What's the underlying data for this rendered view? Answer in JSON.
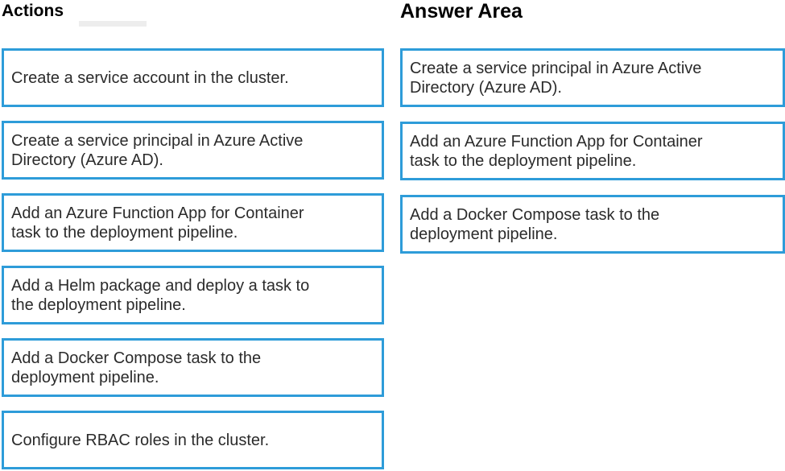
{
  "colors": {
    "card_border": "#2E9CD9",
    "card_text": "#2B2B2B",
    "heading_text": "#000000",
    "background": "#FFFFFF"
  },
  "actions": {
    "title": "Actions",
    "items": [
      {
        "label": "Create a service account in the cluster."
      },
      {
        "label": "Create a service principal in Azure Active\nDirectory (Azure AD)."
      },
      {
        "label": "Add an Azure Function App for Container\ntask to the deployment pipeline."
      },
      {
        "label": "Add a Helm package and deploy a task to\nthe deployment pipeline."
      },
      {
        "label": "Add a Docker Compose task to the\ndeployment pipeline."
      },
      {
        "label": "Configure RBAC roles in the cluster."
      }
    ]
  },
  "answer_area": {
    "title": "Answer Area",
    "items": [
      {
        "label": "Create a service principal in Azure Active\nDirectory (Azure AD)."
      },
      {
        "label": "Add an Azure Function App for Container\ntask to the deployment pipeline."
      },
      {
        "label": "Add a Docker Compose task to the\ndeployment pipeline."
      }
    ]
  }
}
